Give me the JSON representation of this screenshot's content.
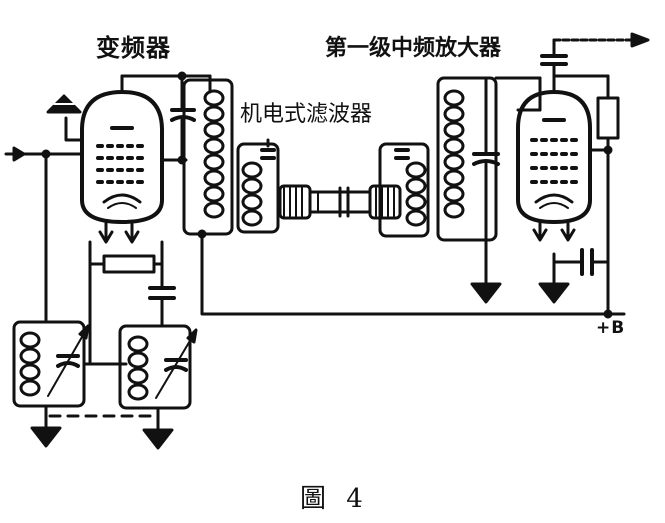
{
  "labels": {
    "mixer": "变频器",
    "if_amplifier": "第一级中频放大器",
    "mechanical_filter": "机电式滤波器",
    "b_plus": "+B",
    "caption": "圖 4"
  },
  "colors": {
    "ink": "#111111",
    "background": "#ffffff"
  }
}
